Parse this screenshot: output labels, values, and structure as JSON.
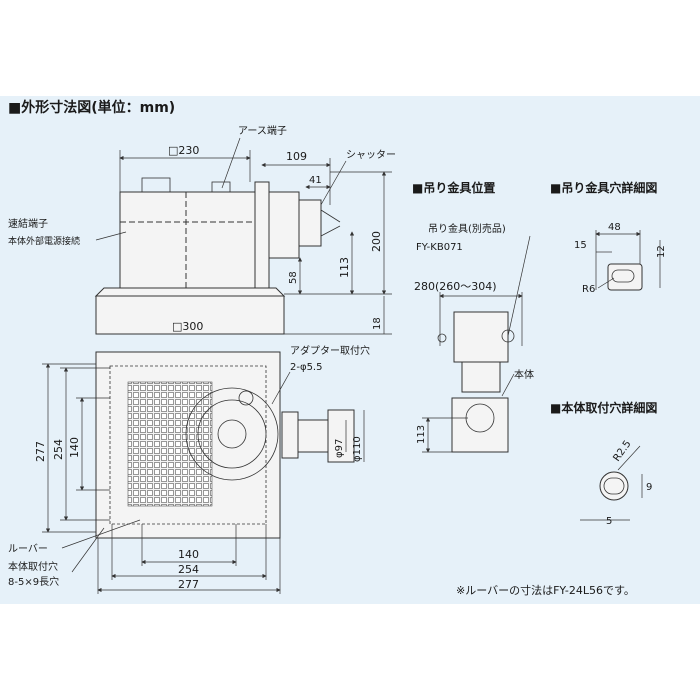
{
  "main_title": "■外形寸法図(単位：mm)",
  "section_hanger_position": "■吊り金具位置",
  "section_hanger_hole": "■吊り金具穴詳細図",
  "section_body_hole": "■本体取付穴詳細図",
  "labels": {
    "earth_terminal": "アース端子",
    "shutter": "シャッター",
    "connection_terminal": "速結端子",
    "power_connection": "本体外部電源接続",
    "adapter_hole": "アダプター取付穴",
    "adapter_hole_size": "2-φ5.5",
    "louver": "ルーバー",
    "body_hole": "本体取付穴",
    "body_hole_size": "8-5×9長穴",
    "hanger_part": "吊り金具(別売品)",
    "hanger_model": "FY-KB071",
    "body": "本体",
    "note": "※ルーバーの寸法はFY-24L56です。"
  },
  "dims": {
    "d230": "□230",
    "d109": "109",
    "d41": "41",
    "d200": "200",
    "d113a": "113",
    "d58": "58",
    "d18": "18",
    "d300": "□300",
    "d277v": "277",
    "d254v": "254",
    "d140v": "140",
    "dphi97": "φ97",
    "dphi110": "φ110",
    "d140h": "140",
    "d254h": "254",
    "d277h": "277",
    "d280": "280(260～304)",
    "d113b": "113",
    "d48": "48",
    "d15": "15",
    "d12": "12",
    "dR6": "R6",
    "dR25": "R2.5",
    "d9": "9",
    "d5": "5"
  }
}
